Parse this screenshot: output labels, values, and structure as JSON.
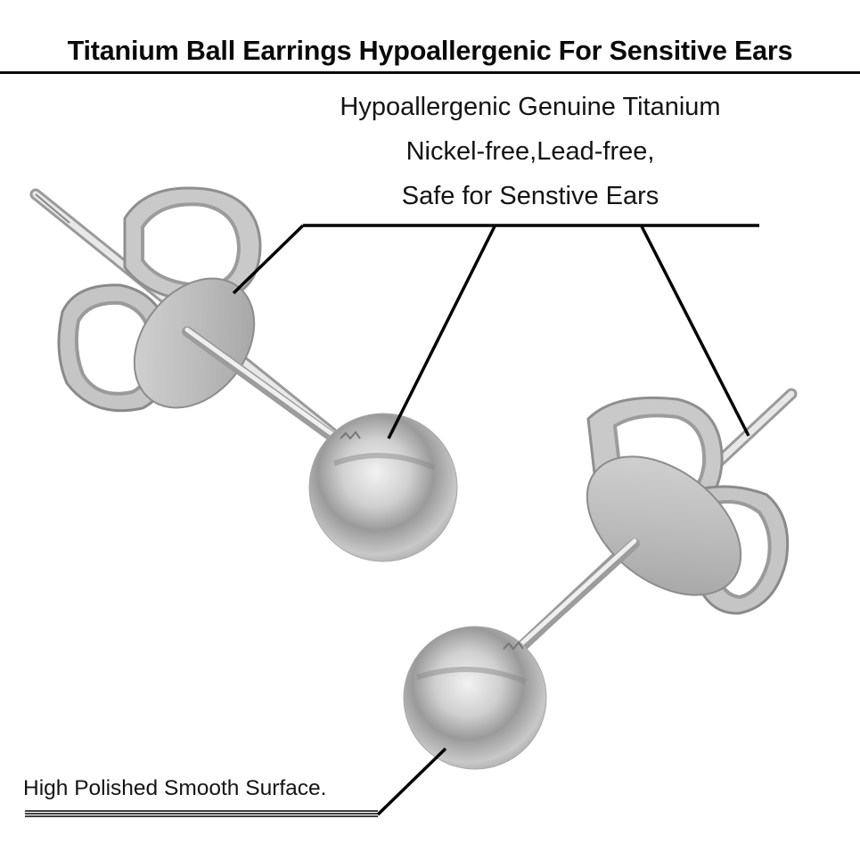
{
  "header": {
    "title": "Titanium Ball Earrings Hypoallergenic For Sensitive Ears"
  },
  "features": {
    "line1": "Hypoallergenic Genuine Titanium",
    "line2": "Nickel-free,Lead-free,",
    "line3": "Safe for Senstive Ears"
  },
  "bottom_callout": {
    "label": "High Polished Smooth Surface."
  },
  "product": {
    "items": [
      "titanium ball stud earring with butterfly back (upper-left)",
      "titanium ball stud earring with butterfly back (lower-right)"
    ]
  },
  "colors": {
    "background": "#ffffff",
    "text": "#111111",
    "metal_light": "#e6e6e6",
    "metal_mid": "#b9b9b9",
    "metal_dark": "#8a8a8a"
  }
}
